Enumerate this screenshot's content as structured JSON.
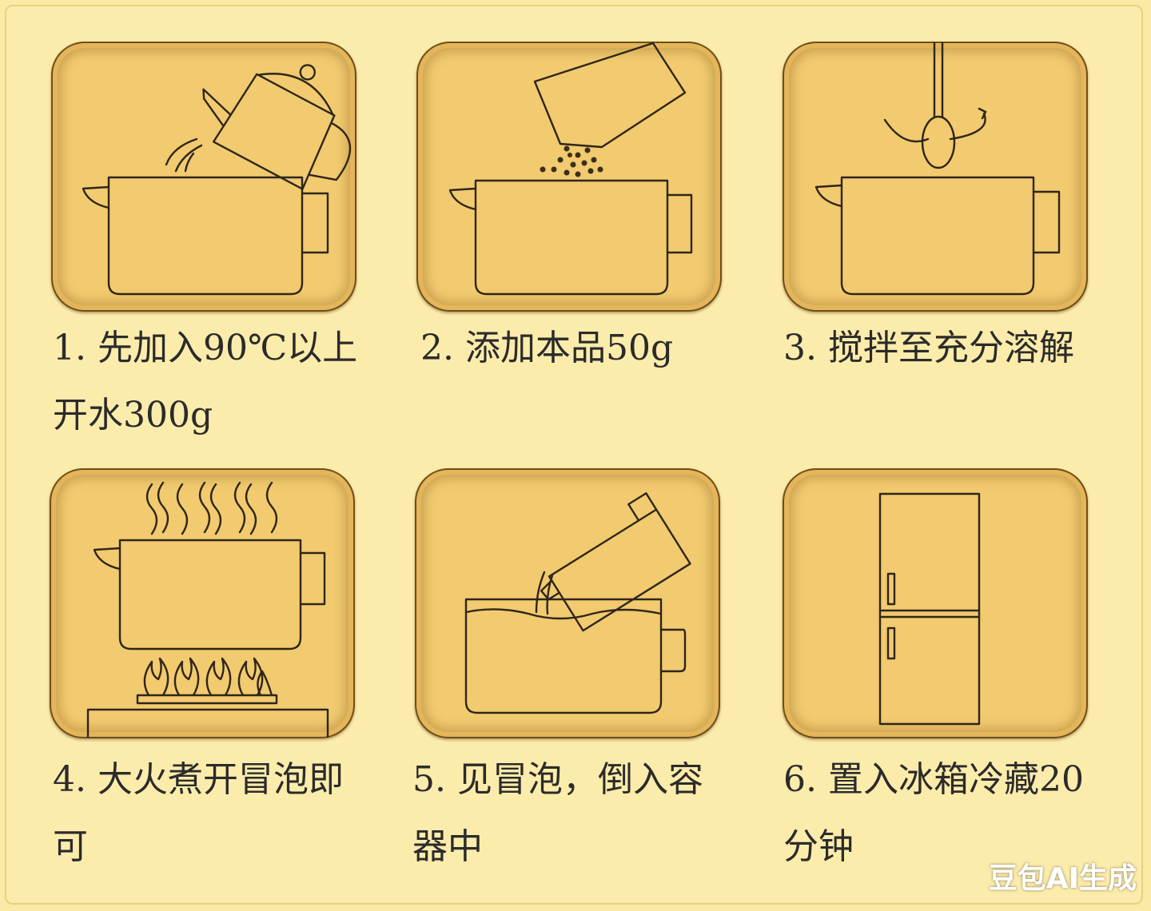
{
  "steps": [
    {
      "id": 1,
      "text": "1. 先加入90℃以上开水300g",
      "icon": "kettle-pour-icon"
    },
    {
      "id": 2,
      "text": "2. 添加本品50g",
      "icon": "powder-pour-icon"
    },
    {
      "id": 3,
      "text": "3. 搅拌至充分溶解",
      "icon": "spoon-stir-icon"
    },
    {
      "id": 4,
      "text": "4. 大火煮开冒泡即可",
      "icon": "boiling-pot-icon"
    },
    {
      "id": 5,
      "text": "5. 见冒泡，倒入容器中",
      "icon": "pour-container-icon"
    },
    {
      "id": 6,
      "text": "6. 置入冰箱冷藏20分钟",
      "icon": "fridge-icon"
    }
  ],
  "watermark": "豆包AI生成",
  "colors": {
    "background": "#fbeaa6",
    "tile": "#f2ca6f",
    "line": "#2e2618"
  }
}
